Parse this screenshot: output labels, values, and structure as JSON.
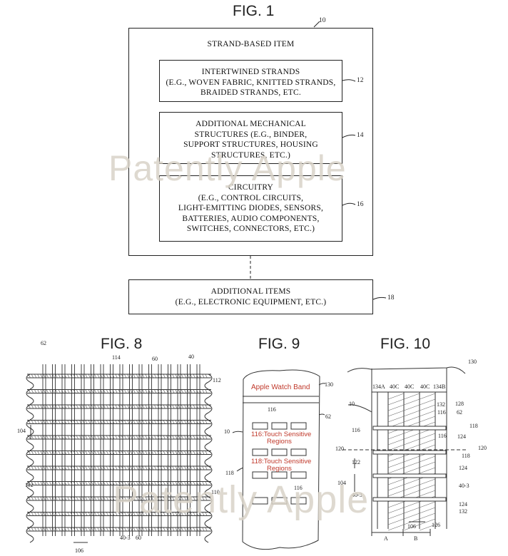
{
  "fig1": {
    "title": "FIG. 1",
    "ref_outer": "10",
    "outer_title": "STRAND-BASED ITEM",
    "box12": {
      "lines": [
        "INTERTWINED STRANDS",
        "(E.G., WOVEN FABRIC, KNITTED STRANDS,",
        "BRAIDED STRANDS, ETC."
      ],
      "ref": "12"
    },
    "box14": {
      "lines": [
        "ADDITIONAL MECHANICAL",
        "STRUCTURES (E.G., BINDER,",
        "SUPPORT STRUCTURES, HOUSING",
        "STRUCTURES, ETC.)"
      ],
      "ref": "14"
    },
    "box16": {
      "lines": [
        "CIRCUITRY",
        "(E.G., CONTROL CIRCUITS,",
        "LIGHT-EMITTING DIODES, SENSORS,",
        "BATTERIES, AUDIO COMPONENTS,",
        "SWITCHES, CONNECTORS, ETC.)"
      ],
      "ref": "16"
    },
    "box18": {
      "lines": [
        "ADDITIONAL ITEMS",
        "(E.G., ELECTRONIC EQUIPMENT, ETC.)"
      ],
      "ref": "18"
    }
  },
  "fig8": {
    "title": "FIG. 8",
    "labels": {
      "r62": "62",
      "r114": "114",
      "r60": "60",
      "r40": "40",
      "r112a": "112",
      "r104": "104",
      "r112b": "112",
      "r110": "110",
      "r403": "40-3",
      "r60b": "60",
      "r106": "106"
    }
  },
  "fig9": {
    "title": "FIG. 9",
    "band_label": "Apple Watch Band",
    "r130": "130",
    "r116": "116",
    "touch_label_1a": "116:Touch Sensitive",
    "touch_label_1b": "Regions",
    "touch_label_2a": "118:Touch Sensitive",
    "touch_label_2b": "Regions",
    "r10": "10",
    "r62": "62",
    "r118": "118",
    "r116b": "116"
  },
  "fig10": {
    "title": "FIG. 10",
    "columns": [
      "134A",
      "40C",
      "40C",
      "40C",
      "134B"
    ],
    "labels": {
      "r130": "130",
      "r128": "128",
      "r132a": "132",
      "r116a": "116",
      "r62": "62",
      "r10": "10",
      "r118a": "118",
      "r116b": "116",
      "r116c": "116",
      "r124a": "124",
      "r120a": "120",
      "r120b": "120",
      "r118b": "118",
      "r122": "122",
      "r124b": "124",
      "r104": "104",
      "r403a": "40-3",
      "r403b": "40-3",
      "r124c": "124",
      "r132b": "132",
      "r106": "106",
      "r126": "126",
      "rA": "A",
      "rB": "B"
    }
  },
  "watermark": {
    "text1": "Patently Apple",
    "text2": "Patently Apple"
  }
}
